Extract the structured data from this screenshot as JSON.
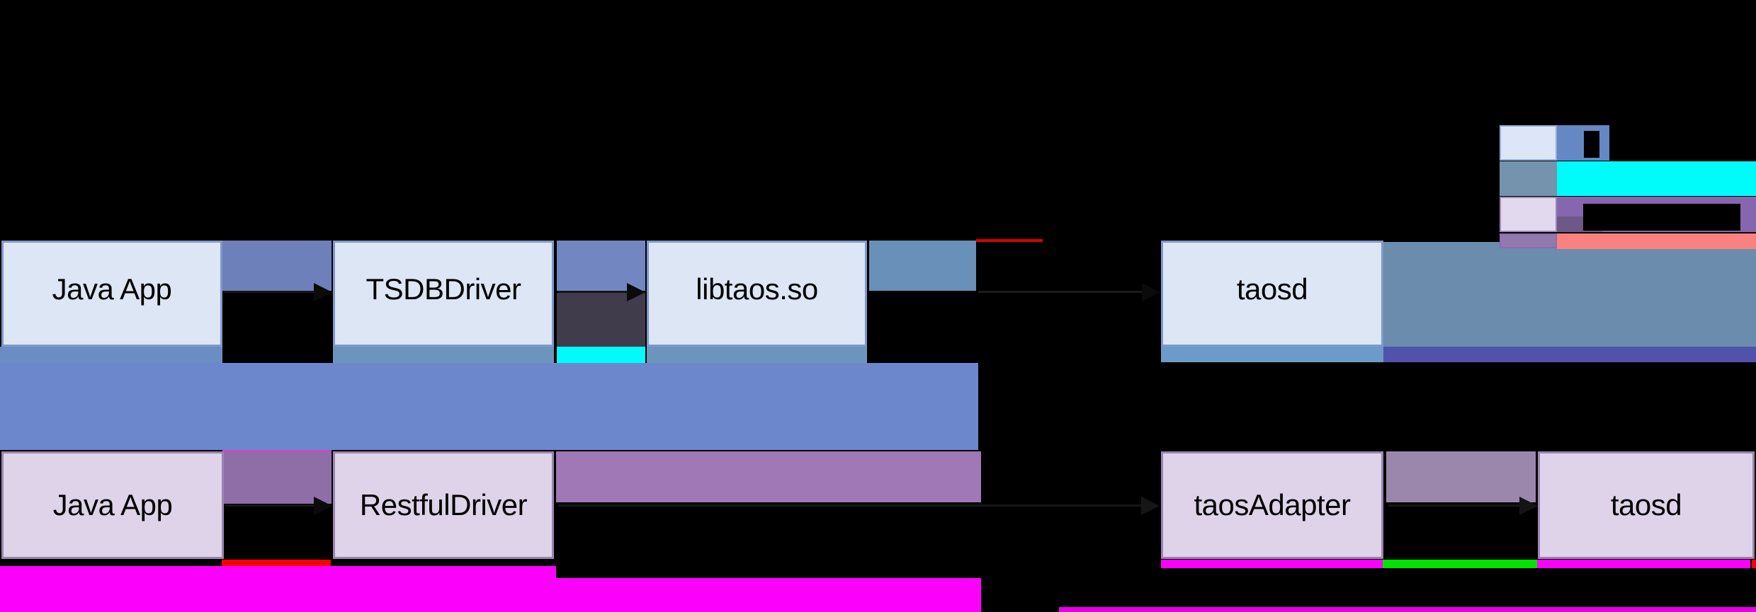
{
  "diagram": {
    "jni_path": {
      "boxes": [
        {
          "label": "Java App"
        },
        {
          "label": "TSDBDriver"
        },
        {
          "label": "libtaos.so"
        },
        {
          "label": "taosd"
        }
      ]
    },
    "restful_path": {
      "boxes": [
        {
          "label": "Java App"
        },
        {
          "label": "RestfulDriver"
        },
        {
          "label": "taosAdapter"
        },
        {
          "label": "taosd"
        }
      ]
    }
  },
  "legend": {
    "swatches": [
      {
        "name": "light-blue-box-swatch",
        "fill": "#dce6f6",
        "border": "#94aedd",
        "highlight": "#6588c4"
      },
      {
        "name": "steel-blue-swatch",
        "fill": "#7593ac",
        "highlight": "#00fbfb"
      },
      {
        "name": "lavender-box-swatch",
        "fill": "#e3d9ee",
        "border": "#9c89b8",
        "highlight": "#8666ae"
      },
      {
        "name": "mauve-swatch",
        "fill": "#9279ad",
        "highlight": "#fb8181"
      }
    ]
  },
  "colors": {
    "background": "#000000",
    "box_blue_fill": "#dce6f5",
    "box_blue_border": "#8098cc",
    "box_lavender_fill": "#ded3e9",
    "box_lavender_border": "#9a86b0",
    "gap_periwinkle_1": "#6e80ba",
    "gap_periwinkle_2": "#7287c2",
    "gap_steel": "#6890b8",
    "gap_dark": "#413c4c",
    "gap_mauve_1": "#8f6ea7",
    "gap_mauve_2": "#9b87ac",
    "band_cornflower_big": "#6d87cd",
    "band_under_java": "#6b8dc4",
    "band_under_driver": "#6c95bd",
    "band_cyan": "#00fbfb",
    "band_steel_big": "#6b8cad",
    "band_under_taosd": "#6c9ac9",
    "band_indigo": "#5153aa",
    "band_purple": "#a078b5",
    "band_magenta": "#fb00fb",
    "band_green": "#00e400",
    "strip_red": "#f40000",
    "line_red": "#db0000",
    "line_pink": "#d93fd0",
    "line_bottom_magenta": "#e600e6",
    "legend_purple_band": "#8666ae",
    "legend_purple_dark": "#6d5887",
    "legend_salmon_band": "#fb8181",
    "arrow": "#161616"
  }
}
